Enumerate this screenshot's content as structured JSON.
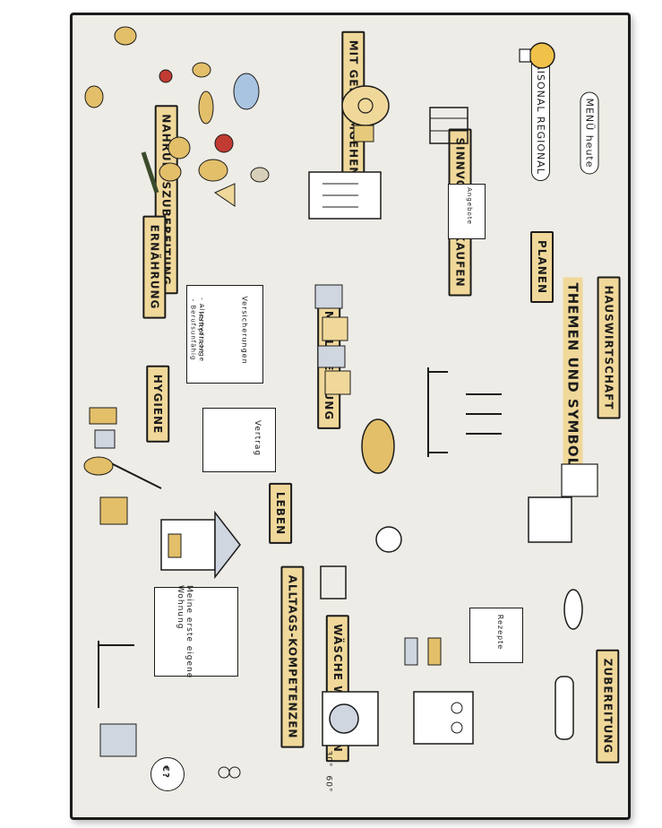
{
  "labels": {
    "ernaehrung": "ERNÄHRUNG",
    "nahrungszubereitung": "NAHRUNGSZUBEREITUNG",
    "mit_geld_umgehen": "MIT GELD UMGEHEN",
    "sinnvoll_einkaufen": "SINNVOLL EINKAUFEN",
    "planen": "PLANEN",
    "hauswirtschaft": "HAUSWIRTSCHAFT",
    "themen_und_symbole": "THEMEN UND SYMBOLE",
    "muelltrennung": "MÜLLTRENNUNG",
    "hygiene": "HYGIENE",
    "leben": "LEBEN",
    "alltags_kompetenzen": "ALLTAGS-KOMPETENZEN",
    "waesche_waschen": "WÄSCHE WASCHEN",
    "zubereitung": "ZUBEREITUNG"
  },
  "speech": {
    "menue_heute": "MENÜ heute",
    "saisonal_regional": "SAISONAL REGIONAL"
  },
  "notes": {
    "versicherungen_title": "Versicherungen",
    "versicherungen_items": [
      "- Haftpflicht",
      "- Altersvorsorge",
      "- Berufsunfähig"
    ],
    "vertrag": "Vertrag",
    "erste_wohnung": "Meine erste eigene Wohnung",
    "rezepte": "Rezepte",
    "angebote": "Angebote",
    "euro_question": "€?",
    "degrees_30": "30°",
    "degrees_60": "60°"
  },
  "colors": {
    "highlight": "#f0d89a",
    "ink": "#1b1b1b",
    "paper": "#eeece6",
    "shadow": "#a9c4e0"
  }
}
